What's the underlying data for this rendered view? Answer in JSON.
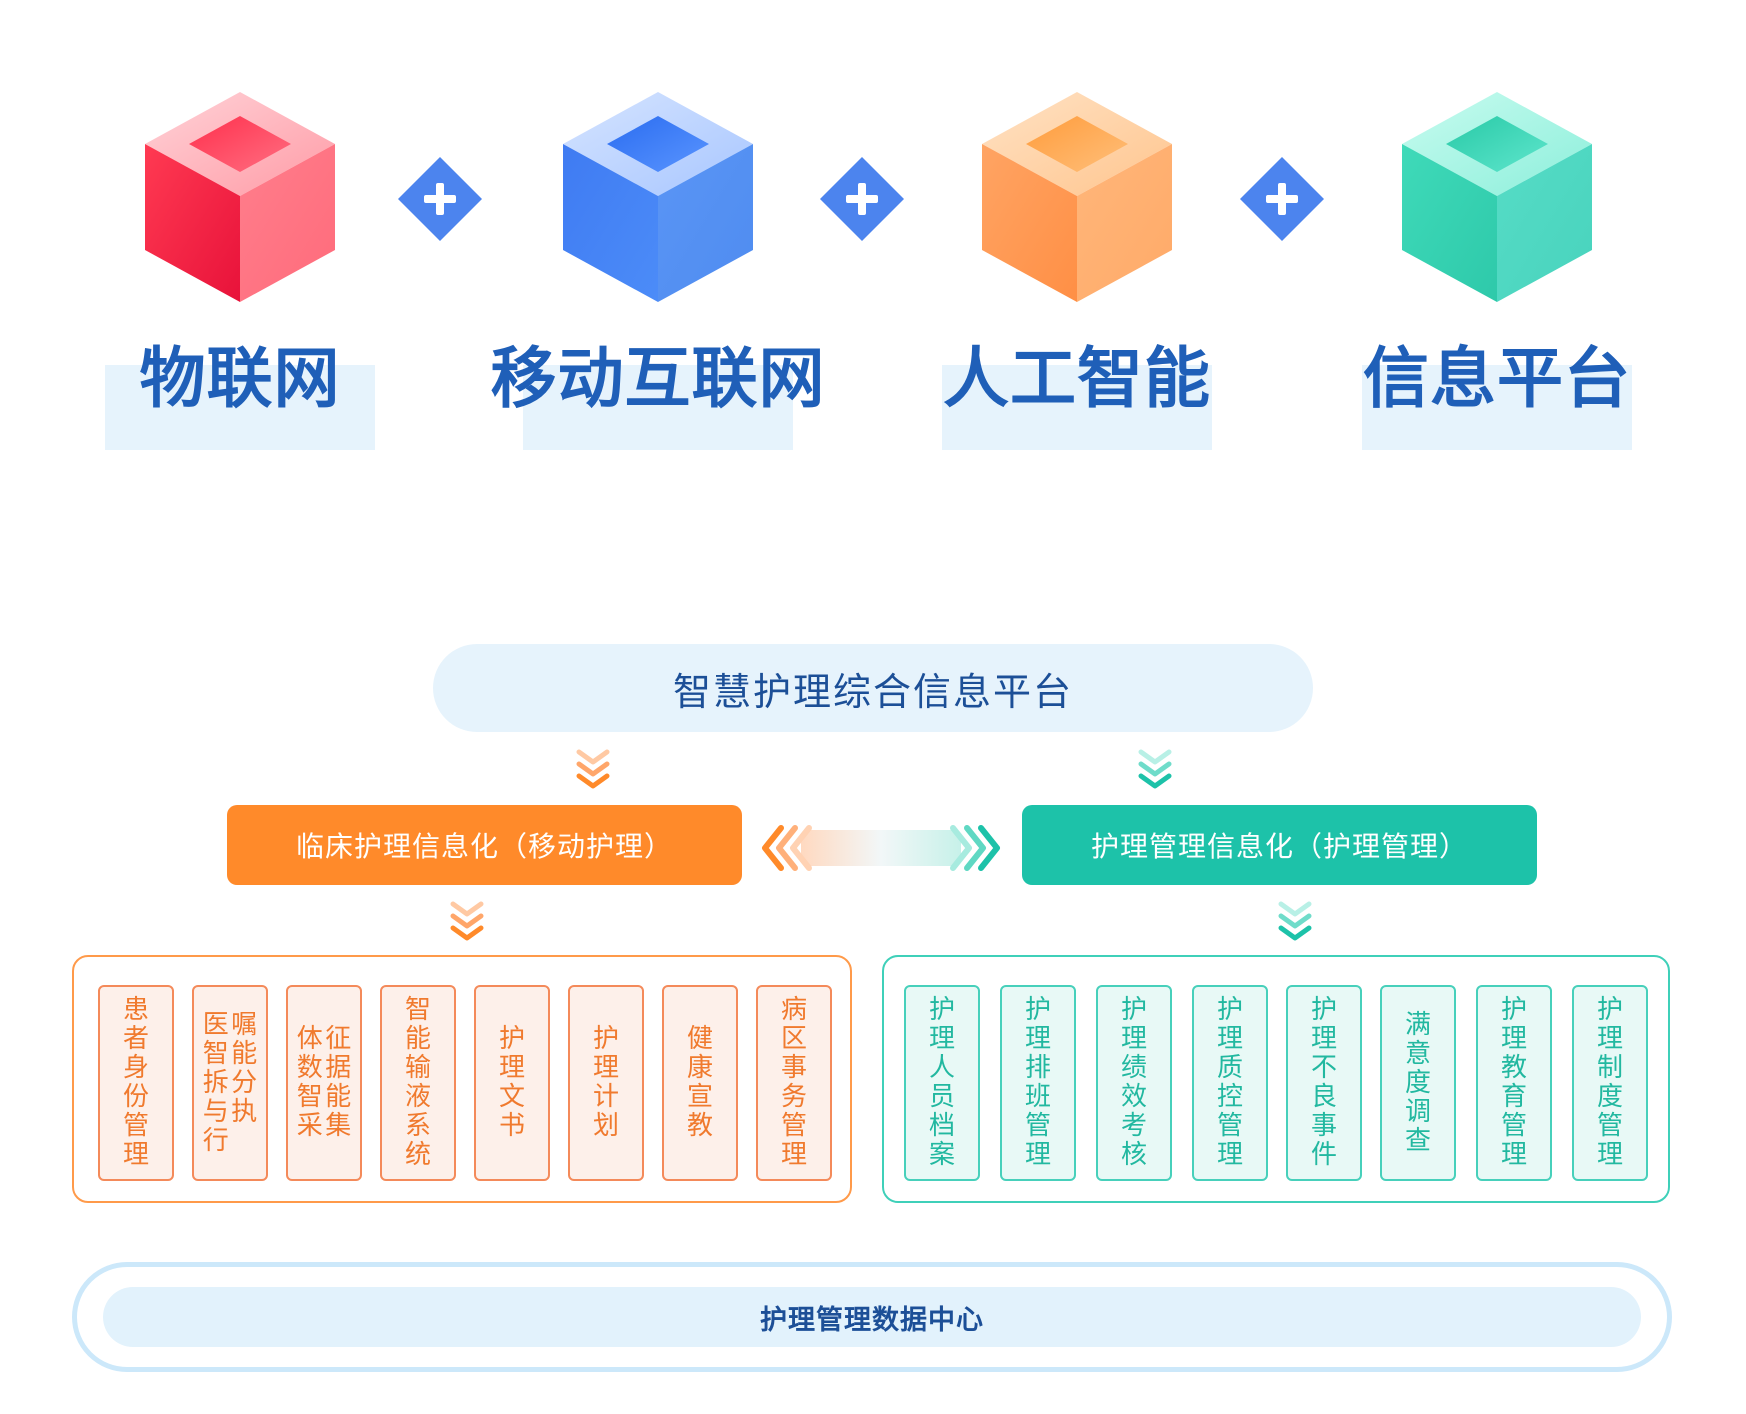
{
  "technologies": [
    {
      "name": "物联网",
      "color": "red"
    },
    {
      "name": "移动互联网",
      "color": "blue"
    },
    {
      "name": "人工智能",
      "color": "orange"
    },
    {
      "name": "信息平台",
      "color": "teal"
    }
  ],
  "platform": {
    "title": "智慧护理综合信息平台"
  },
  "clinical": {
    "title": "临床护理信息化（移动护理）",
    "color": "#ff8a2a",
    "items": [
      "患者身份管理",
      "医嘱智能拆分与执行",
      "体征数据智能采集",
      "智能输液系统",
      "护理文书",
      "护理计划",
      "健康宣教",
      "病区事务管理"
    ]
  },
  "management": {
    "title": "护理管理信息化（护理管理）",
    "color": "#1dc2a9",
    "items": [
      "护理人员档案",
      "护理排班管理",
      "护理绩效考核",
      "护理质控管理",
      "护理不良事件",
      "满意度调查",
      "护理教育管理",
      "护理制度管理"
    ]
  },
  "data_center": {
    "title": "护理管理数据中心"
  }
}
